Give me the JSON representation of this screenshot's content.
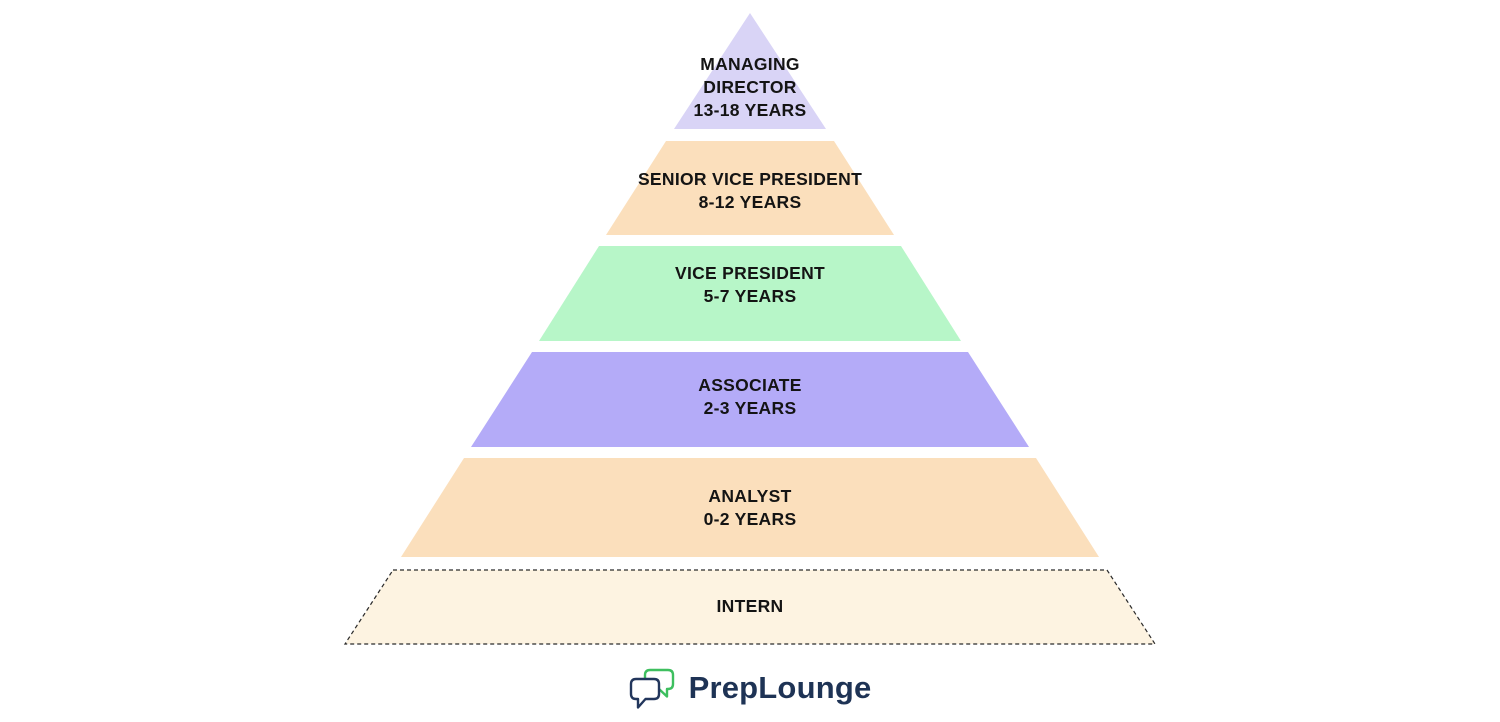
{
  "diagram": {
    "type": "pyramid",
    "description": "Career hierarchy pyramid with years of tenure per level",
    "levels": [
      {
        "id": "managing-director",
        "role": "MANAGING DIRECTOR",
        "tenure": "13-18 YEARS",
        "color": "#D9D4F6"
      },
      {
        "id": "senior-vice-president",
        "role": "SENIOR VICE PRESIDENT",
        "tenure": "8-12 YEARS",
        "color": "#FBDFBC"
      },
      {
        "id": "vice-president",
        "role": "VICE PRESIDENT",
        "tenure": "5-7 YEARS",
        "color": "#B7F6C8"
      },
      {
        "id": "associate",
        "role": "ASSOCIATE",
        "tenure": "2-3 YEARS",
        "color": "#B4ABF8"
      },
      {
        "id": "analyst",
        "role": "ANALYST",
        "tenure": "0-2 YEARS",
        "color": "#FBDFBC"
      },
      {
        "id": "intern",
        "role": "INTERN",
        "tenure": "",
        "color": "#FDF3E1",
        "border_style": "dashed",
        "border_color": "#2B2B2B"
      }
    ],
    "label_color": "#141414"
  },
  "footer": {
    "brand_name": "PrepLounge",
    "brand_text_color": "#1E3355",
    "logo_icon": "overlapping-chat-bubbles",
    "logo_green": "#3EBF5F",
    "logo_navy": "#22365C"
  }
}
